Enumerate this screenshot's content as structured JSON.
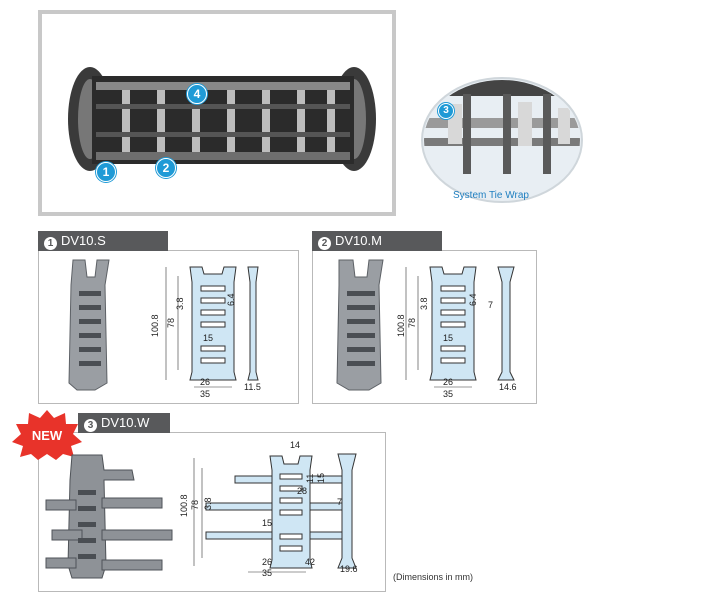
{
  "hero": {
    "callouts": [
      "1",
      "2",
      "4"
    ],
    "zoom": {
      "callout": "3",
      "label": "System Tie Wrap"
    }
  },
  "sections": [
    {
      "num": "1",
      "title": "DV10.S",
      "dims": {
        "h1": "100.8",
        "h2": "78",
        "h3": "3.8",
        "h4": "6.4",
        "center": "15",
        "w1": "26",
        "w2": "35",
        "side": "11.5"
      }
    },
    {
      "num": "2",
      "title": "DV10.M",
      "dims": {
        "h1": "100.8",
        "h2": "78",
        "h3": "3.8",
        "h4": "6.4",
        "center": "15",
        "w1": "26",
        "w2": "35",
        "side": "14.6",
        "gap": "7"
      }
    },
    {
      "num": "3",
      "title": "DV10.W",
      "badge": "NEW",
      "dims": {
        "top": "14",
        "h1": "100.8",
        "h2": "78",
        "h3": "3.8",
        "center": "15",
        "w1": "26",
        "w2": "35",
        "r1": "11",
        "r2": "15",
        "r3": "28",
        "arm": "42",
        "gap": "7",
        "side": "19.6"
      }
    }
  ],
  "footnote": "(Dimensions in mm)",
  "colors": {
    "accent": "#1f9ad6",
    "tab": "#58595b",
    "part": "#cfe6f4",
    "badge": "#e8332a"
  }
}
